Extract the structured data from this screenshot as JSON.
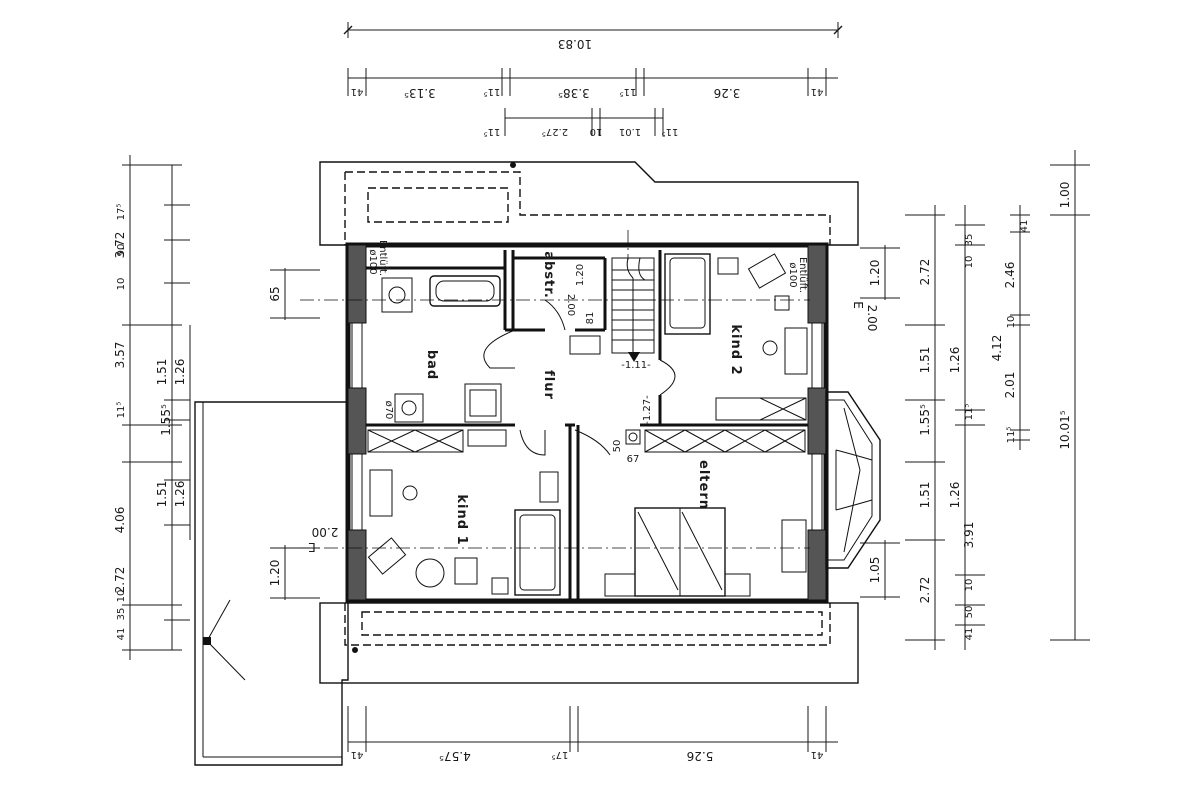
{
  "rooms": {
    "bad": "bad",
    "flur": "flur",
    "abstr": "abstr.",
    "kind1": "kind 1",
    "kind2": "kind 2",
    "eltern": "eltern"
  },
  "annotations": {
    "vent_left_1": "ø100",
    "vent_left_2": "Entlüft.",
    "vent_right_1": "ø100",
    "vent_right_2": "Entlüft.",
    "stair_1": "-1.11-",
    "stair_2": "-1.27-",
    "phi70": "ø70",
    "n81": "81",
    "n200": "2.00",
    "n120": "1.20",
    "n50": "50",
    "n67": "67",
    "el_left_1": "2.00",
    "el_left_2": "E",
    "el_right_1": "2.00",
    "el_right_2": "E"
  },
  "dimensions": {
    "top": {
      "overall": "10.83",
      "row2": [
        "41",
        "3.13⁵",
        "11⁵",
        "3.38⁵",
        "11⁵",
        "3.26",
        "41"
      ],
      "row3": [
        "11⁵",
        "2.27⁵",
        "10",
        "1.01",
        "11⁵"
      ]
    },
    "bottom": [
      "41",
      "4.57⁵",
      "17⁵",
      "5.26",
      "41"
    ],
    "left": {
      "outer": [
        "3.72",
        "3.57",
        "1.55⁵",
        "4.06",
        "2.72"
      ],
      "mid": [
        "17⁵",
        "90",
        "10",
        "1.51",
        "11⁵",
        "1.51",
        "10",
        "35",
        "41"
      ],
      "inner": [
        "1.26",
        "1.26"
      ],
      "openings": [
        "65",
        "1.20"
      ]
    },
    "right": {
      "outer": [
        "2.72",
        "1.51",
        "1.55⁵",
        "1.51",
        "2.72"
      ],
      "c2": [
        "10",
        "35",
        "1.26",
        "11⁵",
        "1.26",
        "3.91",
        "10",
        "50",
        "41"
      ],
      "c3": [
        "41",
        "2.46",
        "10",
        "4.12",
        "2.01",
        "11⁵"
      ],
      "overall": [
        "1.00",
        "10.01⁵"
      ],
      "openings": [
        "1.20",
        "1.05"
      ]
    }
  }
}
